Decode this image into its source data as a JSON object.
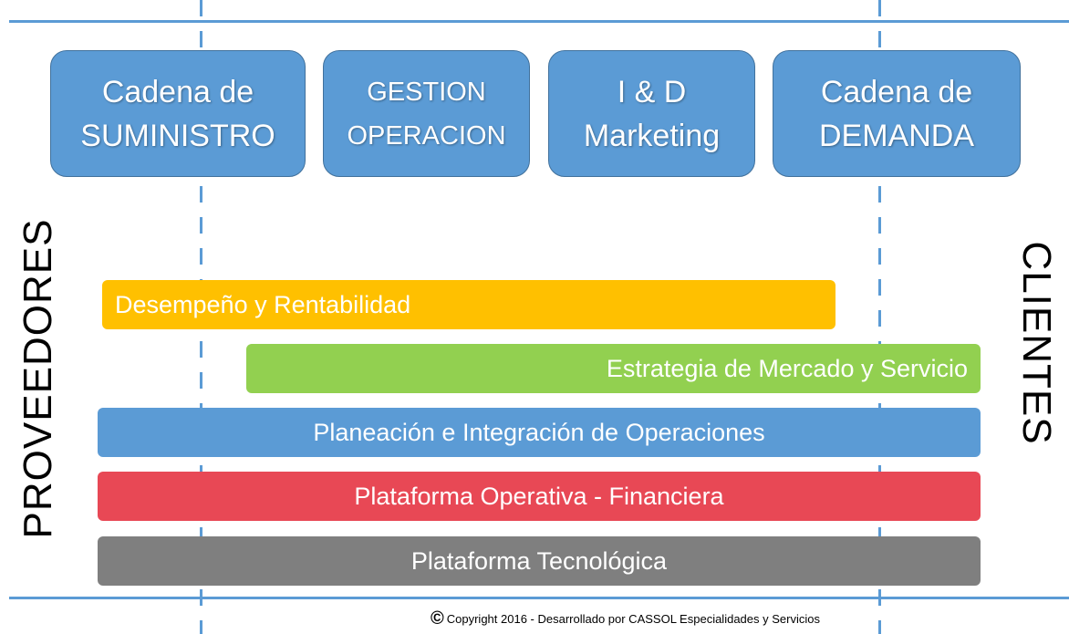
{
  "boxes": [
    {
      "line1": "Cadena de",
      "line2": "SUMINISTRO"
    },
    {
      "line1": "GESTION",
      "line2": "OPERACION"
    },
    {
      "line1": "I & D",
      "line2": "Marketing"
    },
    {
      "line1": "Cadena de",
      "line2": "DEMANDA"
    }
  ],
  "side_labels": {
    "left": "PROVEEDORES",
    "right": "CLIENTES"
  },
  "bars": [
    {
      "label": "Desempeño y Rentabilidad",
      "color": "#ffc000"
    },
    {
      "label": "Estrategia de Mercado y Servicio",
      "color": "#92d050"
    },
    {
      "label": "Planeación e Integración de Operaciones",
      "color": "#5b9bd5"
    },
    {
      "label": "Plataforma Operativa - Financiera",
      "color": "#e84855"
    },
    {
      "label": "Plataforma Tecnológica",
      "color": "#7f7f7f"
    }
  ],
  "footer": {
    "symbol": "©",
    "text": "Copyright 2016 - Desarrollado por CASSOL Especialidades y Servicios"
  }
}
